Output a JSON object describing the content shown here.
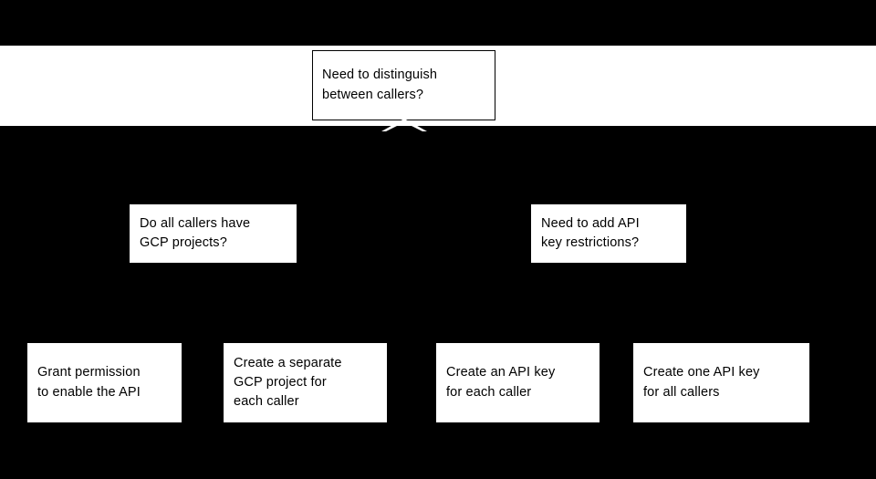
{
  "diagram": {
    "background_color": "#000000",
    "node_fill_color": "#ffffff",
    "node_text_color": "#000000",
    "band": {
      "color": "#ffffff"
    },
    "root": {
      "label": "Need to distinguish\nbetween callers?",
      "type": "decision"
    },
    "level2": [
      {
        "label": "Do all callers have\nGCP projects?",
        "type": "decision"
      },
      {
        "label": "Need to add API\nkey restrictions?",
        "type": "decision"
      }
    ],
    "level3": [
      {
        "label": "Grant permission\nto enable the API",
        "type": "outcome"
      },
      {
        "label": "Create a separate\nGCP project for\neach caller",
        "type": "outcome"
      },
      {
        "label": "Create an API key\nfor each caller",
        "type": "outcome"
      },
      {
        "label": "Create one API key\nfor all callers",
        "type": "outcome"
      }
    ]
  }
}
